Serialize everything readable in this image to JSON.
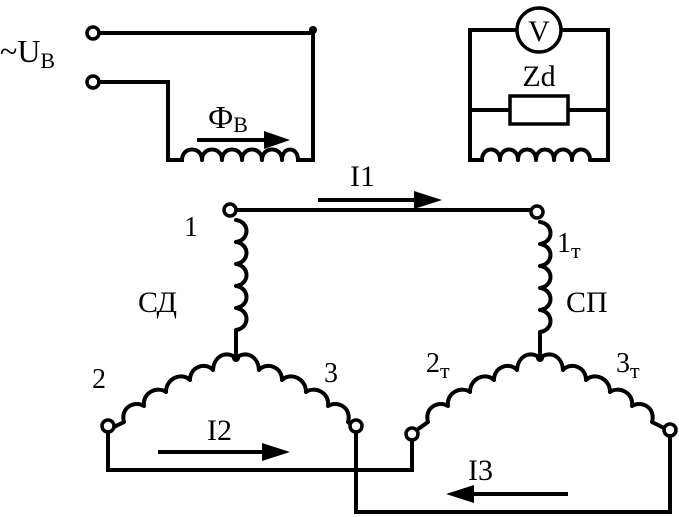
{
  "labels": {
    "supply": "~U",
    "supply_sub": "В",
    "flux": "Ф",
    "flux_sub": "В",
    "voltmeter": "V",
    "load": "Zd",
    "current_1": "I1",
    "current_2": "I2",
    "current_3": "I3",
    "sd_terminal_1": "1",
    "sd_terminal_2": "2",
    "sd_terminal_3": "3",
    "sd_name": "СД",
    "sp_terminal_1": "1",
    "sp_terminal_2": "2",
    "sp_terminal_3": "3",
    "sp_sub": "т",
    "sp_name": "СП"
  }
}
